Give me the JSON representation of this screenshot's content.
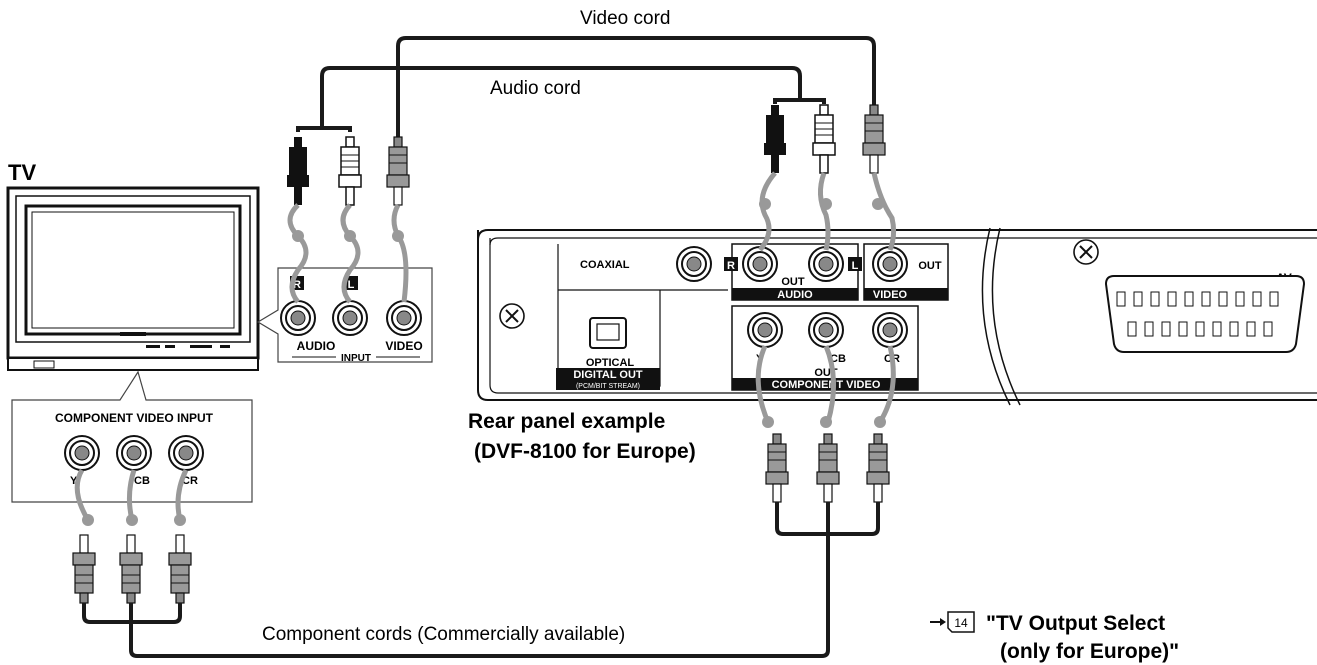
{
  "labels": {
    "video_cord": "Video cord",
    "audio_cord": "Audio cord",
    "component_cords": "Component cords  (Commercially available)",
    "tv": "TV",
    "rear_panel_line1": "Rear panel example",
    "rear_panel_line2": "(DVF-8100 for Europe)",
    "ref_page": "14",
    "ref_line1": "\"TV  Output Select",
    "ref_line2": "(only for Europe)\""
  },
  "tv_input_panel": {
    "r_badge": "R",
    "l_badge": "L",
    "audio": "AUDIO",
    "video": "VIDEO",
    "input": "INPUT"
  },
  "tv_component_panel": {
    "title": "COMPONENT VIDEO INPUT",
    "y": "Y",
    "cb": "CB",
    "cr": "CR"
  },
  "rear_panel": {
    "coaxial": "COAXIAL",
    "optical": "OPTICAL",
    "digital_out": "DIGITAL OUT",
    "pcm_bitstream": "(PCM/BIT STREAM)",
    "r_badge": "R",
    "l_badge": "L",
    "out": "OUT",
    "audio": "AUDIO",
    "video_out": "OUT",
    "video": "VIDEO",
    "y": "Y",
    "cb": "CB",
    "cr": "CR",
    "component_out": "OUT",
    "component_video": "COMPONENT VIDEO",
    "av": "AV"
  },
  "colors": {
    "cable": "#1a1a1a",
    "lead": "#999999",
    "badge_bg": "#111111",
    "panel_stroke": "#222222"
  }
}
